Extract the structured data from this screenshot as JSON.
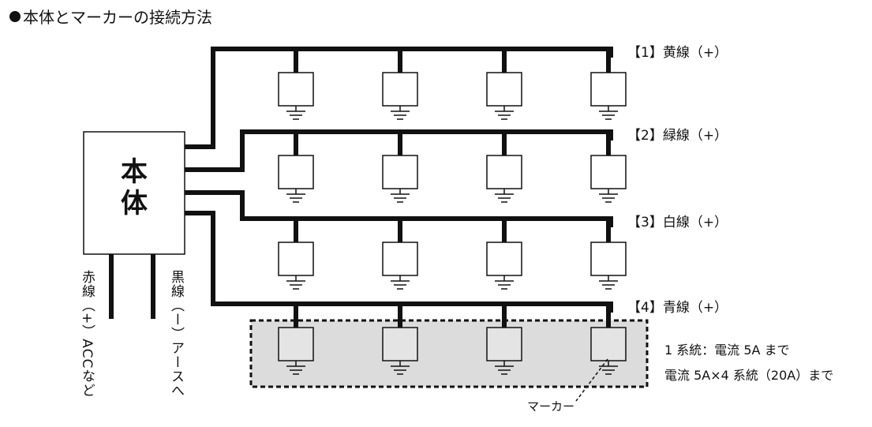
{
  "title": "本体とマーカーの接続方法",
  "main_unit": "本体",
  "lines": [
    {
      "label": "【1】黄線（+）"
    },
    {
      "label": "【2】緑線（+）"
    },
    {
      "label": "【3】白線（+）"
    },
    {
      "label": "【4】青線（+）"
    }
  ],
  "supply_wires": {
    "red": "赤線（+）ACCなど",
    "black": "黒線（ー）アースへ"
  },
  "notes": {
    "line1": "1 系統：電流 5A まで",
    "line2": "電流 5A×4 系統（20A）まで"
  },
  "marker_label": "マーカー",
  "markers_per_line": 4,
  "colors": {
    "wire": "#111111",
    "marker_fill": "#ffffff",
    "highlight_fill": "#dcdcdc",
    "highlight_marker_fill": "#e4e4e4"
  }
}
